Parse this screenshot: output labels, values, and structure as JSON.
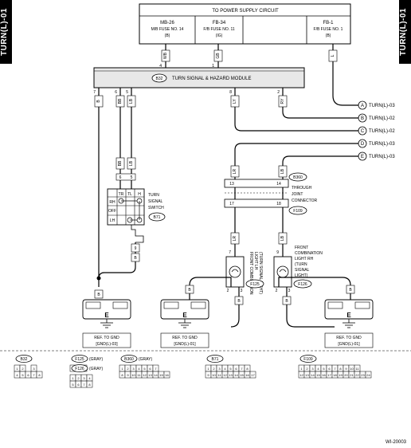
{
  "side_tabs": {
    "left": "TURN(L)-01",
    "right": "TURN(L)-01"
  },
  "power_box": {
    "title": "TO POWER SUPPLY CIRCUIT",
    "fuses": [
      {
        "name": "MB-26",
        "desc": "M/B FUSE NO. 14",
        "conn": "(B)"
      },
      {
        "name": "FB-34",
        "desc": "F/B FUSE NO. 11",
        "conn": "(IG)"
      },
      {
        "name": "FB-1",
        "desc": "F/B FUSE NO. 1",
        "conn": "(B)"
      }
    ]
  },
  "module": {
    "connector": "B32",
    "label": "TURN SIGNAL & HAZARD MODULE"
  },
  "module_top_wires": [
    {
      "color": "WB",
      "pin": "4"
    },
    {
      "color": "GB",
      "pin": "1"
    },
    {
      "color": "L"
    }
  ],
  "module_bottom_wires": [
    {
      "color": "B",
      "pin": "7"
    },
    {
      "color": "BB",
      "pin": "6"
    },
    {
      "color": "LB",
      "pin": "5"
    },
    {
      "color": "LY",
      "pin": "8"
    },
    {
      "color": "RY",
      "pin": "2"
    }
  ],
  "offpage": [
    {
      "letter": "A",
      "ref": "TURN(L)-03"
    },
    {
      "letter": "B",
      "ref": "TURN(L)-02"
    },
    {
      "letter": "C",
      "ref": "TURN(L)-02"
    },
    {
      "letter": "D",
      "ref": "TURN(L)-03"
    },
    {
      "letter": "E",
      "ref": "TURN(L)-03"
    }
  ],
  "switch": {
    "cols": [
      "TR",
      "TL",
      "H"
    ],
    "rows": [
      "RH",
      "OFF",
      "LH"
    ],
    "label": "TURN SIGNAL SWITCH",
    "connector": "B71"
  },
  "joint": {
    "connector": "B360",
    "label": "THROUGH JOINT CONNECTOR",
    "connector2": "F109"
  },
  "switch_wires": {
    "upper": [
      "BB",
      "LB"
    ],
    "upper_pins": [
      "6",
      "5"
    ],
    "lower": [
      "B"
    ],
    "lower_pins": [
      "9"
    ]
  },
  "joint_wires": {
    "left_upper": "LR",
    "left_upper_pin": "13",
    "right_upper": "LB",
    "right_upper_pin": "14",
    "left_mid": "LR",
    "left_mid_pin": "17",
    "right_mid": "LB",
    "right_mid_pin": "18",
    "left_lower": "LR",
    "left_lower_pin": "7",
    "right_lower": "LB",
    "right_lower_pin": "9"
  },
  "lights": [
    {
      "label_lines": [
        "FRONT COMBINATION",
        "LIGHT LH",
        "(TURN SIGNAL LIGHT)"
      ],
      "connector": "F125",
      "pins": [
        "2",
        "3"
      ]
    },
    {
      "label_lines": [
        "FRONT",
        "COMBINATION",
        "LIGHT RH",
        "(TURN",
        "SIGNAL",
        "LIGHT)"
      ],
      "connector": "F126",
      "pins": [
        "2",
        "3"
      ]
    }
  ],
  "grounds": [
    {
      "letter": "E",
      "ref_title": "REF. TO GND",
      "ref": "[GND(L)-03]"
    },
    {
      "letter": "E",
      "ref_title": "REF. TO GND",
      "ref": "[GND(L)-01]"
    },
    {
      "letter": "E",
      "ref_title": "REF. TO GND",
      "ref": "[GND(L)-01]"
    }
  ],
  "ground_wire": "B",
  "connectors": [
    {
      "id": "B32",
      "note": "",
      "rows": [
        [
          "1",
          "2",
          "",
          "3"
        ],
        [
          "4",
          "5",
          "6",
          "7",
          "8"
        ]
      ]
    },
    {
      "id": "F125",
      "note": "(GRAY)",
      "rows": [
        [
          "1",
          "2",
          "3"
        ]
      ]
    },
    {
      "id": "F126",
      "note": "(GRAY)",
      "rows": [
        [
          "1",
          "2",
          "3",
          "4"
        ],
        [
          "5",
          "6",
          "7",
          "8"
        ]
      ]
    },
    {
      "id": "B360",
      "note": "(GRAY)",
      "rows": [
        [
          "1",
          "2",
          "3",
          "4",
          "5",
          "6",
          "7"
        ],
        [
          "8",
          "9",
          "10",
          "11",
          "12",
          "13",
          "14",
          "15",
          "16"
        ]
      ]
    },
    {
      "id": "B71",
      "note": "",
      "rows": [
        [
          "1",
          "2",
          "3",
          "4",
          "5",
          "6",
          "7",
          "8"
        ],
        [
          "9",
          "10",
          "11",
          "12",
          "13",
          "14",
          "15",
          "16",
          "17"
        ]
      ]
    },
    {
      "id": "F109",
      "note": "",
      "rows": [
        [
          "1",
          "2",
          "3",
          "4",
          "5",
          "6",
          "7",
          "8",
          "9",
          "10",
          "11"
        ],
        [
          "12",
          "13",
          "14",
          "15",
          "16",
          "17",
          "18",
          "19",
          "20",
          "21",
          "22",
          "23",
          "24"
        ]
      ]
    }
  ],
  "diagram_code": "WI-20003"
}
